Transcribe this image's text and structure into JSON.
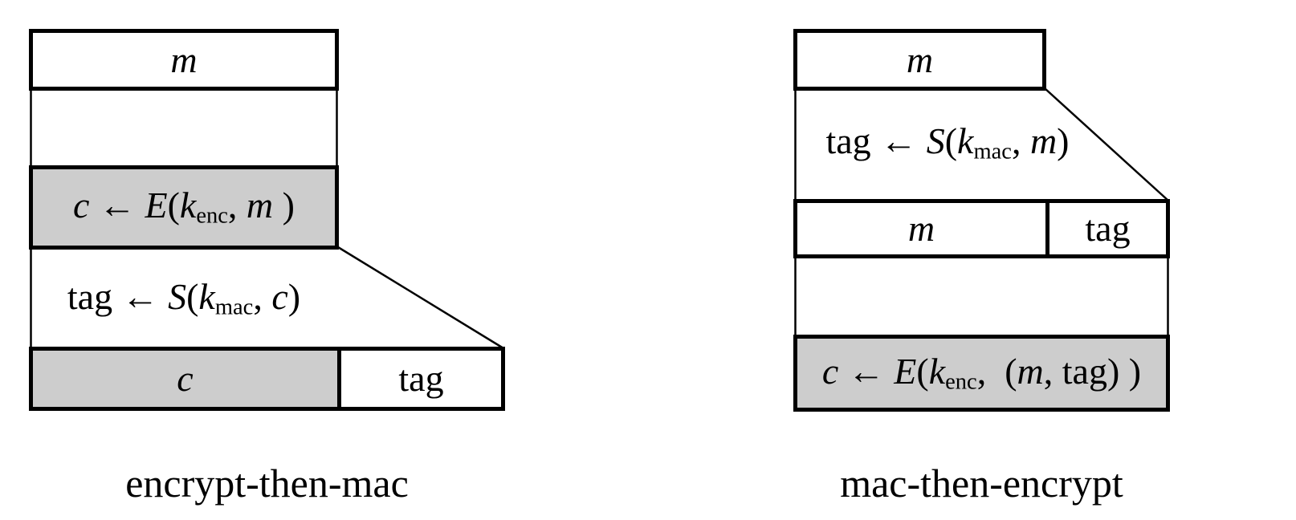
{
  "colors": {
    "background": "#ffffff",
    "box_fill_white": "#ffffff",
    "box_fill_gray": "#cdcdcd",
    "line": "#000000"
  },
  "left_diagram": {
    "caption": "encrypt-then-mac",
    "message_box": [
      {
        "s": "i",
        "t": "m"
      }
    ],
    "encrypt_box": [
      {
        "s": "i",
        "t": "c"
      },
      {
        "t": " ← "
      },
      {
        "s": "i",
        "t": "E"
      },
      {
        "t": "("
      },
      {
        "s": "i",
        "t": "k"
      },
      {
        "s": "sub",
        "t": "enc"
      },
      {
        "t": ", "
      },
      {
        "s": "i",
        "t": "m"
      },
      {
        "t": " )"
      }
    ],
    "mac_step_text": [
      {
        "t": "tag ← "
      },
      {
        "s": "i",
        "t": "S"
      },
      {
        "t": "("
      },
      {
        "s": "i",
        "t": "k"
      },
      {
        "s": "sub",
        "t": "mac"
      },
      {
        "t": ", "
      },
      {
        "s": "i",
        "t": "c"
      },
      {
        "t": ")"
      }
    ],
    "output_c_cell": [
      {
        "s": "i",
        "t": "c"
      }
    ],
    "output_tag_cell": [
      {
        "t": "tag"
      }
    ]
  },
  "right_diagram": {
    "caption": "mac-then-encrypt",
    "message_box": [
      {
        "s": "i",
        "t": "m"
      }
    ],
    "mac_step_text": [
      {
        "t": "tag ← "
      },
      {
        "s": "i",
        "t": "S"
      },
      {
        "t": "("
      },
      {
        "s": "i",
        "t": "k"
      },
      {
        "s": "sub",
        "t": "mac"
      },
      {
        "t": ", "
      },
      {
        "s": "i",
        "t": "m"
      },
      {
        "t": ")"
      }
    ],
    "concat_m_cell": [
      {
        "s": "i",
        "t": "m"
      }
    ],
    "concat_tag_cell": [
      {
        "t": "tag"
      }
    ],
    "encrypt_box": [
      {
        "s": "i",
        "t": "c"
      },
      {
        "t": " ← "
      },
      {
        "s": "i",
        "t": "E"
      },
      {
        "t": "("
      },
      {
        "s": "i",
        "t": "k"
      },
      {
        "s": "sub",
        "t": "enc"
      },
      {
        "t": ", ("
      },
      {
        "s": "i",
        "t": "m"
      },
      {
        "t": ", tag) )"
      }
    ]
  }
}
